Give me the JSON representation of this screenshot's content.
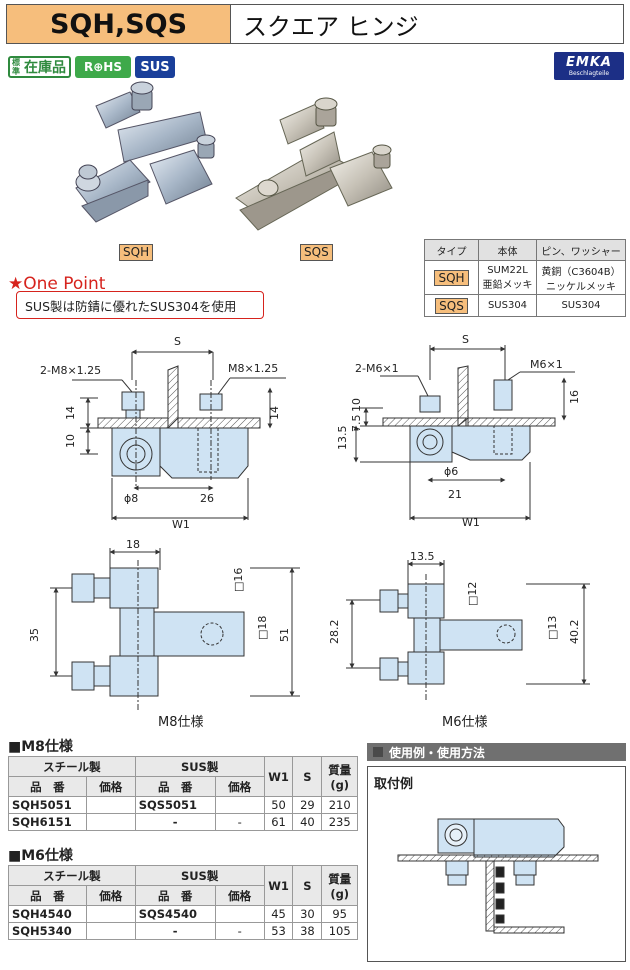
{
  "header": {
    "code": "SQH,SQS",
    "name": "スクエア ヒンジ"
  },
  "badges": {
    "stock_small": "標準",
    "stock": "在庫品",
    "rohs": "R⊕HS",
    "sus": "SUS"
  },
  "brand": {
    "name": "EMKA",
    "tagline": "Beschlagteile"
  },
  "photos": {
    "sqh_label": "SQH",
    "sqs_label": "SQS"
  },
  "spec_table": {
    "headers": [
      "タイプ",
      "本体",
      "ピン、ワッシャー"
    ],
    "rows": [
      {
        "type": "SQH",
        "body1": "SUM22L",
        "body2": "亜鉛メッキ",
        "pin1": "黄銅（C3604B）",
        "pin2": "ニッケルメッキ"
      },
      {
        "type": "SQS",
        "body1": "SUS304",
        "body2": "",
        "pin1": "SUS304",
        "pin2": ""
      }
    ]
  },
  "one_point": {
    "title": "★One Point",
    "text": "SUS製は防錆に優れたSUS304を使用"
  },
  "drawings": {
    "m8": {
      "s": "S",
      "bolt_left": "2-M8×1.25",
      "bolt_right": "M8×1.25",
      "d14a": "14",
      "d10": "10",
      "d14b": "14",
      "phi": "ϕ8",
      "d26": "26",
      "w1": "W1",
      "top18": "18",
      "sq16": "□16",
      "sq18": "□18",
      "d35": "35",
      "d51": "51",
      "caption": "M8仕様"
    },
    "m6": {
      "s": "S",
      "bolt_left": "2-M6×1",
      "bolt_right": "M6×1",
      "d10": "10",
      "d7_5": "7.5",
      "d13_5": "13.5",
      "d16": "16",
      "phi": "ϕ6",
      "d21": "21",
      "w1": "W1",
      "top13_5": "13.5",
      "sq12": "□12",
      "sq13": "□13",
      "d28_2": "28.2",
      "d40_2": "40.2",
      "caption": "M6仕様"
    }
  },
  "m8_table": {
    "title": "■M8仕様",
    "group_steel": "スチール製",
    "group_sus": "SUS製",
    "col_code": "品　番",
    "col_price": "価格",
    "col_w1": "W1",
    "col_s": "S",
    "col_mass": "質量(g)",
    "rows": [
      {
        "steel": "SQH5051",
        "sus": "SQS5051",
        "sus_price": "",
        "w1": "50",
        "s": "29",
        "mass": "210"
      },
      {
        "steel": "SQH6151",
        "sus": "-",
        "sus_price": "-",
        "w1": "61",
        "s": "40",
        "mass": "235"
      }
    ]
  },
  "m6_table": {
    "title": "■M6仕様",
    "group_steel": "スチール製",
    "group_sus": "SUS製",
    "col_code": "品　番",
    "col_price": "価格",
    "col_w1": "W1",
    "col_s": "S",
    "col_mass": "質量(g)",
    "rows": [
      {
        "steel": "SQH4540",
        "sus": "SQS4540",
        "sus_price": "",
        "w1": "45",
        "s": "30",
        "mass": "95"
      },
      {
        "steel": "SQH5340",
        "sus": "-",
        "sus_price": "-",
        "w1": "53",
        "s": "38",
        "mass": "105"
      }
    ]
  },
  "usage": {
    "bar": "使用例・使用方法",
    "subtitle": "取付例"
  }
}
